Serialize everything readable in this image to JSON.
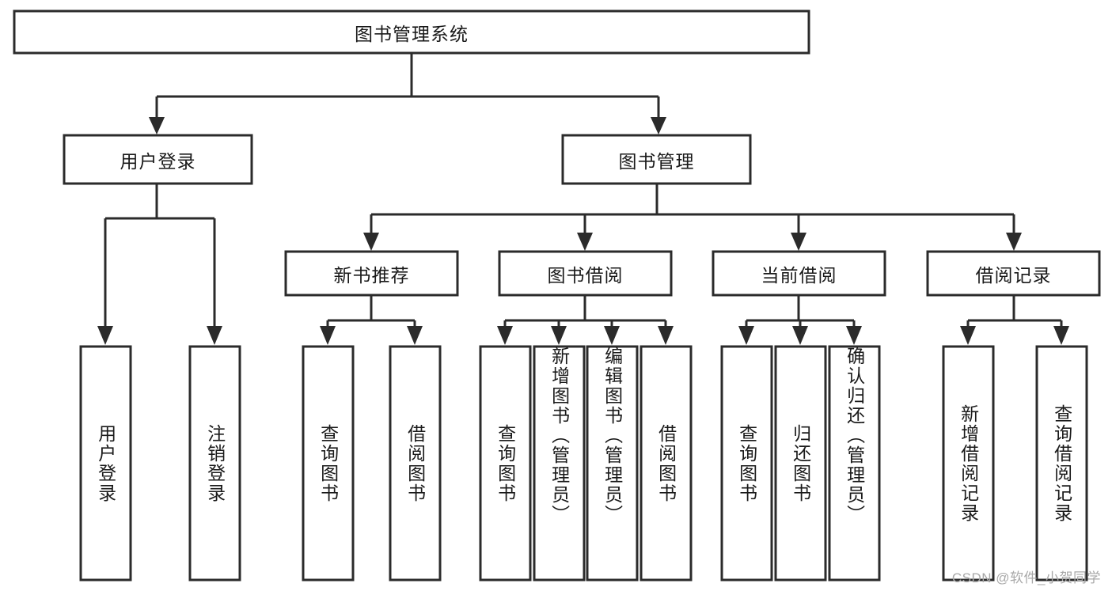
{
  "diagram": {
    "type": "hierarchy-tree",
    "title": "图书管理系统",
    "watermark": "CSDN @软件_小贺同学",
    "root": {
      "id": "root",
      "label": "图书管理系统",
      "orientation": "horizontal"
    },
    "level2": [
      {
        "id": "user-login",
        "label": "用户登录",
        "orientation": "horizontal"
      },
      {
        "id": "book-manage",
        "label": "图书管理",
        "orientation": "horizontal"
      }
    ],
    "level3": [
      {
        "id": "new-book-recommend",
        "label": "新书推荐",
        "orientation": "horizontal",
        "parent": "book-manage"
      },
      {
        "id": "book-borrow",
        "label": "图书借阅",
        "orientation": "horizontal",
        "parent": "book-manage"
      },
      {
        "id": "current-borrow",
        "label": "当前借阅",
        "orientation": "horizontal",
        "parent": "book-manage"
      },
      {
        "id": "borrow-record",
        "label": "借阅记录",
        "orientation": "horizontal",
        "parent": "book-manage"
      }
    ],
    "leaves": [
      {
        "id": "leaf-user-login",
        "label": "用户登录",
        "parent": "user-login",
        "orientation": "vertical"
      },
      {
        "id": "leaf-user-logout",
        "label": "注销登录",
        "parent": "user-login",
        "orientation": "vertical"
      },
      {
        "id": "leaf-query-book-1",
        "label": "查询图书",
        "parent": "new-book-recommend",
        "orientation": "vertical"
      },
      {
        "id": "leaf-borrow-book-1",
        "label": "借阅图书",
        "parent": "new-book-recommend",
        "orientation": "vertical"
      },
      {
        "id": "leaf-query-book-2",
        "label": "查询图书",
        "parent": "book-borrow",
        "orientation": "vertical"
      },
      {
        "id": "leaf-add-book",
        "label": "新增图书（管理员）",
        "parent": "book-borrow",
        "orientation": "vertical"
      },
      {
        "id": "leaf-edit-book",
        "label": "编辑图书（管理员）",
        "parent": "book-borrow",
        "orientation": "vertical"
      },
      {
        "id": "leaf-borrow-book-2",
        "label": "借阅图书",
        "parent": "book-borrow",
        "orientation": "vertical"
      },
      {
        "id": "leaf-query-book-3",
        "label": "查询图书",
        "parent": "current-borrow",
        "orientation": "vertical"
      },
      {
        "id": "leaf-return-book",
        "label": "归还图书",
        "parent": "current-borrow",
        "orientation": "vertical"
      },
      {
        "id": "leaf-confirm-return",
        "label": "确认归还（管理员）",
        "parent": "current-borrow",
        "orientation": "vertical"
      },
      {
        "id": "leaf-add-record",
        "label": "新增借阅记录",
        "parent": "borrow-record",
        "orientation": "vertical"
      },
      {
        "id": "leaf-query-record",
        "label": "查询借阅记录",
        "parent": "borrow-record",
        "orientation": "vertical"
      }
    ],
    "colors": {
      "stroke": "#2b2b2b",
      "fill": "#ffffff",
      "text": "#1a1a1a",
      "watermark": "#a8a8a8",
      "background": "#ffffff"
    }
  }
}
